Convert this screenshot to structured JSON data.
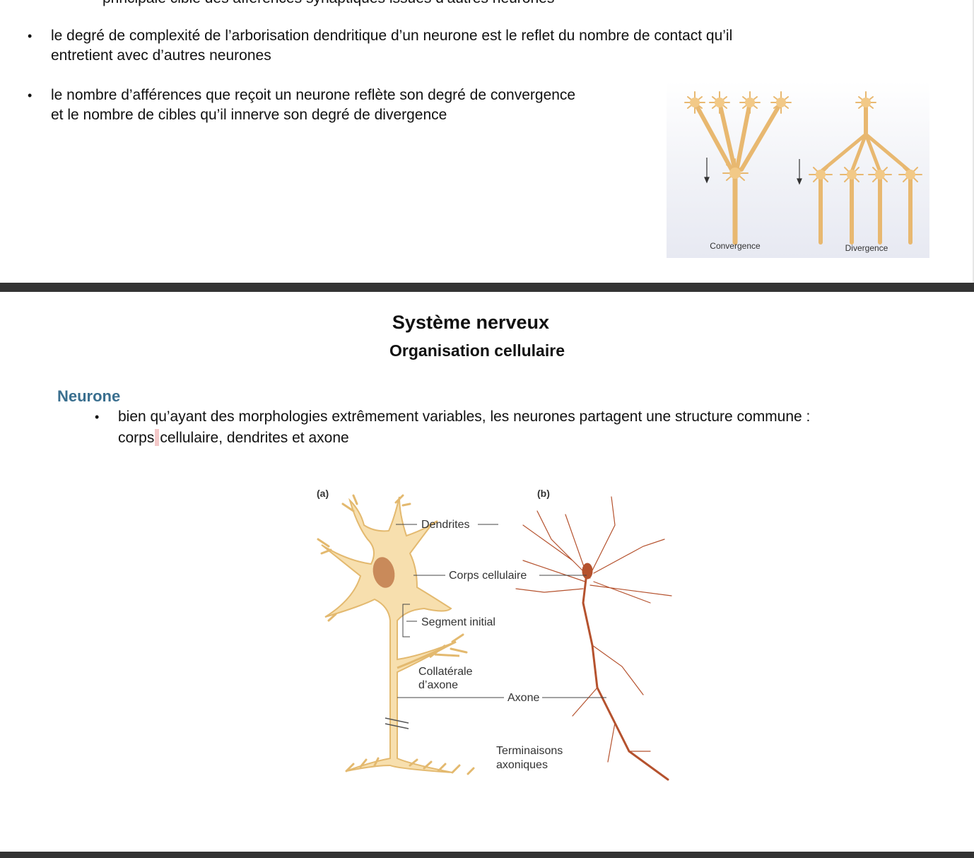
{
  "top_slide": {
    "cut_text": "principale cible des afférences synaptiques issues d’autres neurones",
    "bullet1_line1": "le degré de complexité de l’arborisation dendritique d’un neurone est le reflet du nombre de contact qu’il",
    "bullet1_line2": "entretient avec d’autres neurones",
    "bullet2_line1": "le nombre d’afférences que reçoit un neurone reflète son degré de convergence",
    "bullet2_line2": "et  le nombre de cibles qu’il innerve son degré de divergence",
    "figure": {
      "label_convergence": "Convergence",
      "label_divergence": "Divergence"
    }
  },
  "bottom_slide": {
    "title": "Système nerveux",
    "subtitle": "Organisation cellulaire",
    "section": "Neurone",
    "bullet_line1": "bien qu’ayant des morphologies extrêmement variables, les neurones partagent une structure commune :",
    "bullet_line2_a": "corps",
    "bullet_line2_b": "cellulaire, dendrites et axone",
    "figure": {
      "panel_a": "(a)",
      "panel_b": "(b)",
      "dendrites": "Dendrites",
      "corps": "Corps cellulaire",
      "segment": "Segment initial",
      "collaterale_1": "Collatérale",
      "collaterale_2": "d’axone",
      "axone": "Axone",
      "terminaisons_1": "Terminaisons",
      "terminaisons_2": "axoniques"
    }
  },
  "colors": {
    "neuron_fill": "#f7dfae",
    "neuron_stroke": "#e3b96f",
    "nucleus": "#c98a5a",
    "neuron_b": "#b5522e",
    "section_heading": "#3a6f8f",
    "separator": "#333333"
  }
}
